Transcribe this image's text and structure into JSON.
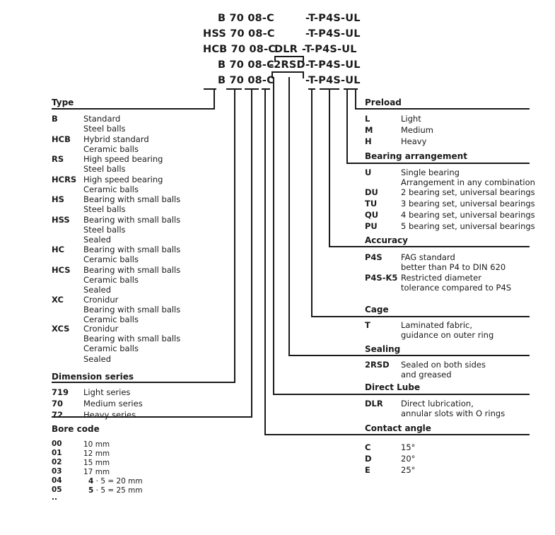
{
  "codes": [
    {
      "left": "B 70 08-C",
      "right": "-T-P4S-UL"
    },
    {
      "left": "HSS 70 08-C",
      "right": "-T-P4S-UL"
    },
    {
      "left": "HCB 70 08-C",
      "mid": "DLR",
      "right": "-T-P4S-UL"
    },
    {
      "left": "B 70 08-C",
      "mid": "-2RSD",
      "right": "-T-P4S-UL"
    },
    {
      "left": "B 70 08-C",
      "right": "-T-P4S-UL"
    }
  ],
  "type": {
    "title": "Type",
    "items": [
      {
        "key": "B",
        "lines": [
          "Standard",
          "Steel balls"
        ]
      },
      {
        "key": "HCB",
        "lines": [
          "Hybrid standard",
          "Ceramic balls"
        ]
      },
      {
        "key": "RS",
        "lines": [
          "High speed bearing",
          "Steel balls"
        ]
      },
      {
        "key": "HCRS",
        "lines": [
          "High speed bearing",
          "Ceramic balls"
        ]
      },
      {
        "key": "HS",
        "lines": [
          "Bearing with small balls",
          "Steel balls"
        ]
      },
      {
        "key": "HSS",
        "lines": [
          "Bearing with small balls",
          "Steel balls",
          "Sealed"
        ]
      },
      {
        "key": "HC",
        "lines": [
          "Bearing with small balls",
          "Ceramic balls"
        ]
      },
      {
        "key": "HCS",
        "lines": [
          "Bearing with small balls",
          "Ceramic balls",
          "Sealed"
        ]
      },
      {
        "key": "XC",
        "lines": [
          "Cronidur",
          "Bearing with small balls",
          "Ceramic balls"
        ]
      },
      {
        "key": "XCS",
        "lines": [
          "Cronidur",
          "Bearing with small balls",
          "Ceramic balls",
          "Sealed"
        ]
      }
    ]
  },
  "dimension": {
    "title": "Dimension series",
    "items": [
      {
        "key": "719",
        "value": "Light series"
      },
      {
        "key": "70",
        "value": "Medium series"
      },
      {
        "key": "72",
        "value": "Heavy series"
      }
    ]
  },
  "bore": {
    "title": "Bore code",
    "items": [
      {
        "key": "00",
        "value": "10 mm"
      },
      {
        "key": "01",
        "value": "12 mm"
      },
      {
        "key": "02",
        "value": "15 mm"
      },
      {
        "key": "03",
        "value": "17 mm"
      },
      {
        "key": "04",
        "bold": "4",
        "value": " · 5 = 20 mm"
      },
      {
        "key": "05",
        "bold": "5",
        "value": " · 5 = 25 mm"
      },
      {
        "key": "..",
        "value": ""
      }
    ]
  },
  "preload": {
    "title": "Preload",
    "items": [
      {
        "key": "L",
        "value": "Light"
      },
      {
        "key": "M",
        "value": "Medium"
      },
      {
        "key": "H",
        "value": "Heavy"
      }
    ]
  },
  "arrangement": {
    "title": "Bearing arrangement",
    "items": [
      {
        "key": "U",
        "lines": [
          "Single bearing",
          "Arrangement in any combination"
        ]
      },
      {
        "key": "DU",
        "lines": [
          "2 bearing set, universal bearings"
        ]
      },
      {
        "key": "TU",
        "lines": [
          "3 bearing set, universal bearings"
        ]
      },
      {
        "key": "QU",
        "lines": [
          "4 bearing set, universal bearings"
        ]
      },
      {
        "key": "PU",
        "lines": [
          "5 bearing set, universal bearings"
        ]
      }
    ]
  },
  "accuracy": {
    "title": "Accuracy",
    "items": [
      {
        "key": "P4S",
        "lines": [
          "FAG standard",
          "better than P4 to DIN 620"
        ]
      },
      {
        "key": "P4S-K5",
        "lines": [
          "Restricted diameter",
          "tolerance compared to P4S"
        ]
      }
    ]
  },
  "cage": {
    "title": "Cage",
    "items": [
      {
        "key": "T",
        "lines": [
          "Laminated fabric,",
          "guidance on outer ring"
        ]
      }
    ]
  },
  "sealing": {
    "title": "Sealing",
    "items": [
      {
        "key": "2RSD",
        "lines": [
          "Sealed on both sides",
          "and greased"
        ]
      }
    ]
  },
  "directlube": {
    "title": "Direct Lube",
    "items": [
      {
        "key": "DLR",
        "lines": [
          "Direct lubrication,",
          "annular slots with O rings"
        ]
      }
    ]
  },
  "contact": {
    "title": "Contact angle",
    "items": [
      {
        "key": "C",
        "value": "15°"
      },
      {
        "key": "D",
        "value": "20°"
      },
      {
        "key": "E",
        "value": "25°"
      }
    ]
  }
}
